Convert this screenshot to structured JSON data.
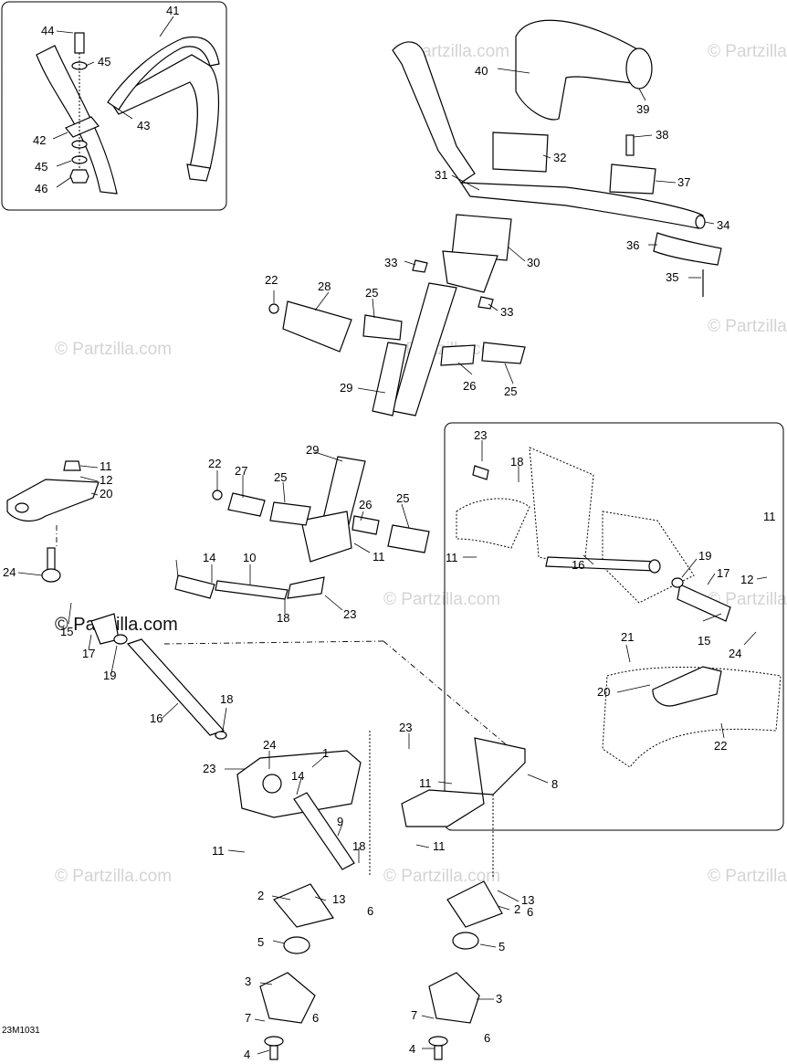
{
  "diagram": {
    "code": "23M1031",
    "watermark": "© Partzilla.com",
    "part_numbers": [
      "1",
      "2",
      "3",
      "4",
      "5",
      "6",
      "7",
      "8",
      "9",
      "10",
      "11",
      "12",
      "13",
      "14",
      "15",
      "16",
      "17",
      "18",
      "19",
      "20",
      "21",
      "22",
      "23",
      "24",
      "25",
      "26",
      "27",
      "28",
      "29",
      "30",
      "31",
      "32",
      "33",
      "34",
      "35",
      "36",
      "37",
      "38",
      "39",
      "40",
      "41",
      "42",
      "43",
      "44",
      "45",
      "46"
    ],
    "callouts": [
      {
        "n": "44"
      },
      {
        "n": "41"
      },
      {
        "n": "45"
      },
      {
        "n": "43"
      },
      {
        "n": "42"
      },
      {
        "n": "45"
      },
      {
        "n": "46"
      },
      {
        "n": "40"
      },
      {
        "n": "39"
      },
      {
        "n": "38"
      },
      {
        "n": "32"
      },
      {
        "n": "31"
      },
      {
        "n": "37"
      },
      {
        "n": "34"
      },
      {
        "n": "30"
      },
      {
        "n": "36"
      },
      {
        "n": "33"
      },
      {
        "n": "35"
      },
      {
        "n": "22"
      },
      {
        "n": "28"
      },
      {
        "n": "25"
      },
      {
        "n": "33"
      },
      {
        "n": "29"
      },
      {
        "n": "26"
      },
      {
        "n": "25"
      },
      {
        "n": "29"
      },
      {
        "n": "22"
      },
      {
        "n": "27"
      },
      {
        "n": "25"
      },
      {
        "n": "26"
      },
      {
        "n": "25"
      },
      {
        "n": "11"
      },
      {
        "n": "11"
      },
      {
        "n": "12"
      },
      {
        "n": "20"
      },
      {
        "n": "24"
      },
      {
        "n": "14"
      },
      {
        "n": "10"
      },
      {
        "n": "23"
      },
      {
        "n": "18"
      },
      {
        "n": "15"
      },
      {
        "n": "17"
      },
      {
        "n": "19"
      },
      {
        "n": "16"
      },
      {
        "n": "18"
      },
      {
        "n": "24"
      },
      {
        "n": "23"
      },
      {
        "n": "1"
      },
      {
        "n": "14"
      },
      {
        "n": "9"
      },
      {
        "n": "18"
      },
      {
        "n": "11"
      },
      {
        "n": "2"
      },
      {
        "n": "13"
      },
      {
        "n": "6"
      },
      {
        "n": "5"
      },
      {
        "n": "3"
      },
      {
        "n": "7"
      },
      {
        "n": "6"
      },
      {
        "n": "4"
      },
      {
        "n": "23"
      },
      {
        "n": "11"
      },
      {
        "n": "8"
      },
      {
        "n": "11"
      },
      {
        "n": "13"
      },
      {
        "n": "6"
      },
      {
        "n": "2"
      },
      {
        "n": "5"
      },
      {
        "n": "3"
      },
      {
        "n": "7"
      },
      {
        "n": "4"
      },
      {
        "n": "6"
      },
      {
        "n": "23"
      },
      {
        "n": "18"
      },
      {
        "n": "11"
      },
      {
        "n": "16"
      },
      {
        "n": "19"
      },
      {
        "n": "11"
      },
      {
        "n": "17"
      },
      {
        "n": "12"
      },
      {
        "n": "15"
      },
      {
        "n": "24"
      },
      {
        "n": "21"
      },
      {
        "n": "20"
      },
      {
        "n": "22"
      }
    ]
  }
}
